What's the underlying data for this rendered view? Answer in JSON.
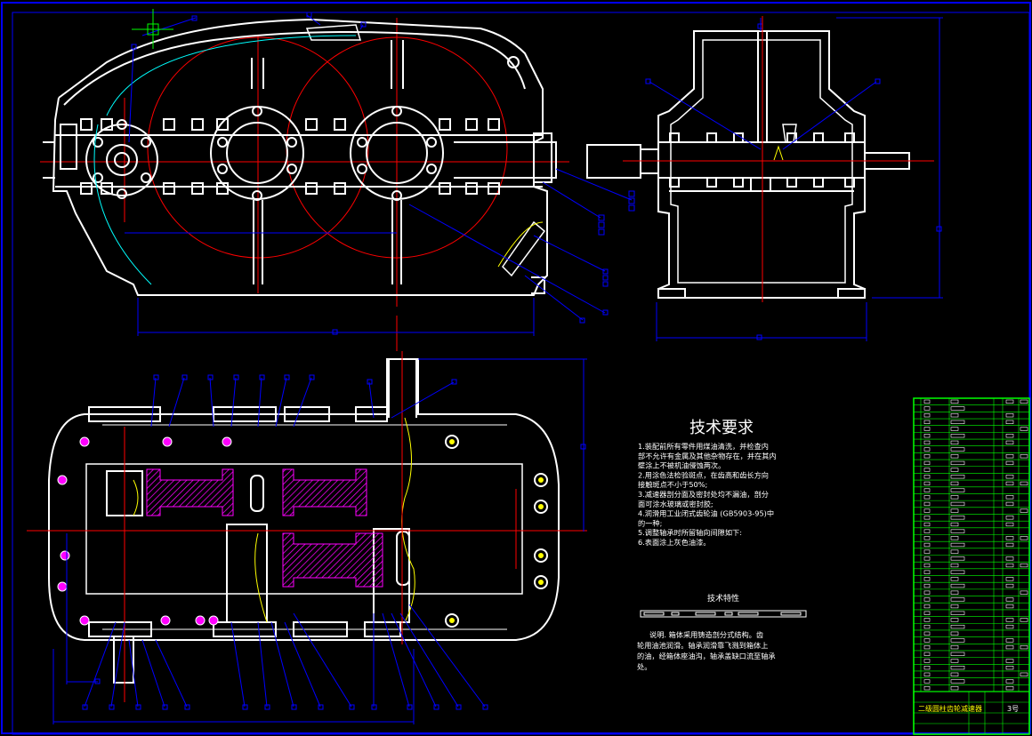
{
  "drawing": {
    "background": "#000000",
    "colors": {
      "outline": "#ffffff",
      "frame": "#0000ff",
      "dim": "#0000ff",
      "gear_circle": "#ff0000",
      "center_line": "#ff0000",
      "section": "#ff00ff",
      "hatch": "#ff00ff",
      "cyan_curve": "#00ffff",
      "yellow_curve": "#ffff00",
      "table_grid": "#00ff00",
      "bolt": "#ffffff"
    },
    "tech_requirements": {
      "title": "技术要求",
      "items": [
        "1.装配前所有零件用煤油清洗，并检查内",
        "部不允许有金属及其他杂物存在，并在其内",
        "壁涂上不被机油侵蚀两次。",
        "2.用涂色法检验斑点，在齿高和齿长方向",
        "接触斑点不小于50%;",
        "3.减速器剖分面及密封处均不漏油，剖分",
        "面可涂水玻璃或密封胶;",
        "4.润滑用工业闭式齿轮油 (GB5903-95)中",
        "的一种;",
        "5.调整轴承时所留轴向间隙如下:",
        "6.表面涂上灰色油漆。"
      ]
    },
    "tech_characteristics": {
      "title": "技术特性"
    },
    "explanation": {
      "lines": [
        "说明.  箱体采用铸造剖分式结构。齿",
        "轮用油池润滑。轴承润滑靠飞溅到箱体上",
        "的油，经箱体座油沟，轴承盖缺口流至轴承",
        "处。"
      ]
    },
    "title_block": {
      "name": "二级圆柱齿轮减速器",
      "sheet": "3号"
    }
  }
}
